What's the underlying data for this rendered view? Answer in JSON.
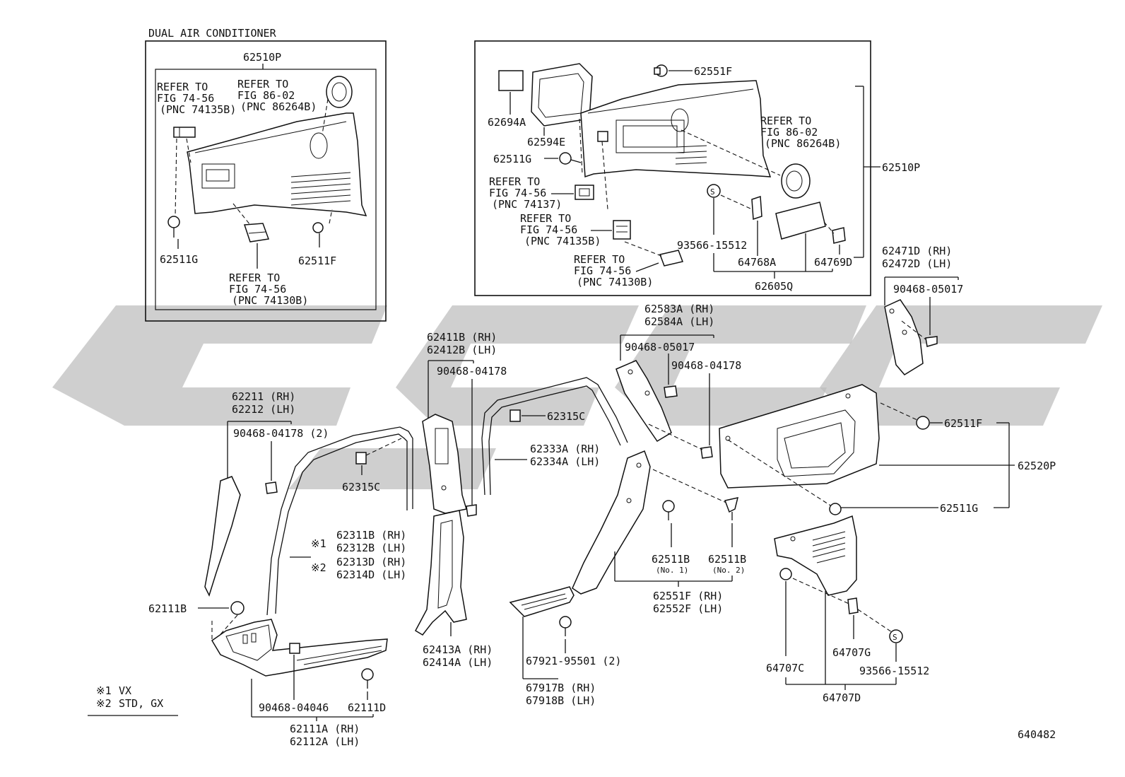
{
  "diagram_id": "640482",
  "inset": {
    "title": "DUAL AIR CONDITIONER",
    "assembly": "62510P"
  },
  "notes": [
    {
      "mark": "※1",
      "text": "VX"
    },
    {
      "mark": "※2",
      "text": "STD, GX"
    }
  ],
  "icons": {
    "watermark": "watermark-logo",
    "spec_symbol": "S"
  },
  "labels": {
    "inset_refer_a": [
      "REFER TO",
      "FIG 74-56",
      "(PNC 74135B)"
    ],
    "inset_refer_b": [
      "REFER TO",
      "FIG 86-02",
      "(PNC 86264B)"
    ],
    "inset_refer_c": [
      "REFER TO",
      "FIG 74-56",
      "(PNC 74130B)"
    ],
    "inset_62511G": "62511G",
    "inset_62511F": "62511F",
    "p62551F": "62551F",
    "p62694A": "62694A",
    "p62594E": "62594E",
    "p62511G_top": "62511G",
    "refer_74137": [
      "REFER TO",
      "FIG 74-56",
      "(PNC 74137)"
    ],
    "refer_74135B": [
      "REFER TO",
      "FIG 74-56",
      "(PNC 74135B)"
    ],
    "refer_74130B": [
      "REFER TO",
      "FIG 74-56",
      "(PNC 74130B)"
    ],
    "refer_86264B": [
      "REFER TO",
      "FIG 86-02",
      "(PNC 86264B)"
    ],
    "p62510P": "62510P",
    "p93566_15512_top": "93566-15512",
    "p64768A": "64768A",
    "p64769D": "64769D",
    "p62605Q": "62605Q",
    "p62471D": [
      "62471D (RH)",
      "62472D (LH)"
    ],
    "p90468_05017_right": "90468-05017",
    "p62583A": [
      "62583A (RH)",
      "62584A (LH)"
    ],
    "p90468_05017_mid": "90468-05017",
    "p90468_04178_mid": "90468-04178",
    "p62411B": [
      "62411B (RH)",
      "62412B (LH)"
    ],
    "p90468_04178_b": "90468-04178",
    "p62315C_a": "62315C",
    "p62315C_b": "62315C",
    "p62333A": [
      "62333A (RH)",
      "62334A (LH)"
    ],
    "p62211": [
      "62211 (RH)",
      "62212 (LH)"
    ],
    "p90468_04178_2": "90468-04178 (2)",
    "p62311B": [
      "62311B (RH)",
      "62312B (LH)"
    ],
    "p62313D": [
      "62313D (RH)",
      "62314D (LH)"
    ],
    "p62511F_right": "62511F",
    "p62520P": "62520P",
    "p62511G_right": "62511G",
    "p62511B_1": "62511B",
    "p62511B_1_sub": "(No. 1)",
    "p62511B_2": "62511B",
    "p62511B_2_sub": "(No. 2)",
    "p62551F_b": [
      "62551F (RH)",
      "62552F (LH)"
    ],
    "p62111B": "62111B",
    "p62413A": [
      "62413A (RH)",
      "62414A (LH)"
    ],
    "p67921": "67921-95501 (2)",
    "p67917B": [
      "67917B (RH)",
      "67918B (LH)"
    ],
    "p64707G": "64707G",
    "p93566_15512_bot": "93566-15512",
    "p64707C": "64707C",
    "p64707D": "64707D",
    "p90468_04046": "90468-04046",
    "p62111D": "62111D",
    "p62111A": [
      "62111A (RH)",
      "62112A (LH)"
    ]
  }
}
